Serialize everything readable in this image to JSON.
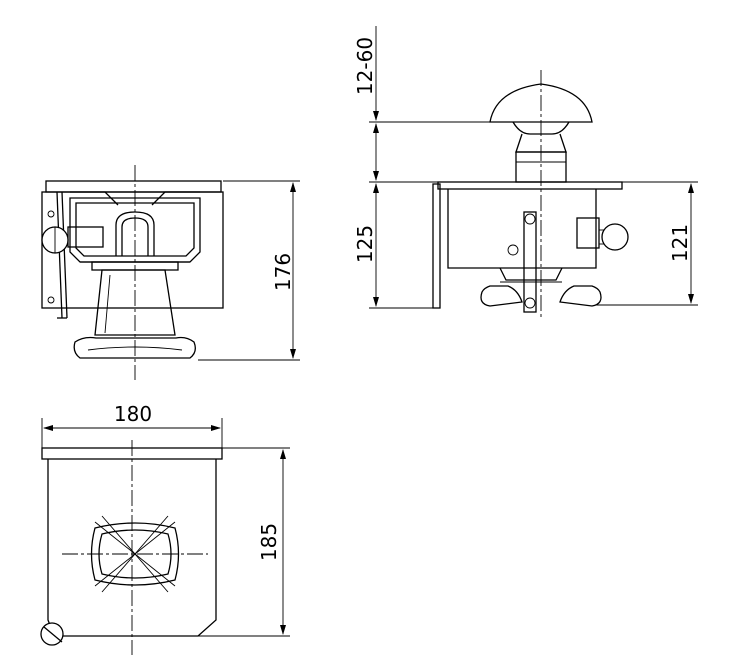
{
  "dimensions": {
    "front_height": "176",
    "plan_width": "180",
    "plan_depth": "185",
    "side_adjust_range": "12-60",
    "side_height": "125",
    "side_body_height": "121"
  }
}
